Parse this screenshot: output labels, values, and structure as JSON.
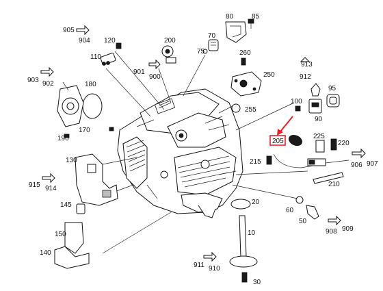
{
  "diagram": {
    "highlight": {
      "label": "205",
      "color": "#e8202a"
    },
    "labels": {
      "l80": "80",
      "l85": "85",
      "l70": "70",
      "l75": "75",
      "l905": "905",
      "l904": "904",
      "l120": "120",
      "l110": "110",
      "l200": "200",
      "l901": "901",
      "l900": "900",
      "l260": "260",
      "l250": "250",
      "l903": "903",
      "l902": "902",
      "l180": "180",
      "l170": "170",
      "l190": "190",
      "l255": "255",
      "l913": "913",
      "l912": "912",
      "l95": "95",
      "l100": "100",
      "l90": "90",
      "l225": "225",
      "l220": "220",
      "l215": "215",
      "l906": "906",
      "l907": "907",
      "l210": "210",
      "l130": "130",
      "l915": "915",
      "l914": "914",
      "l145": "145",
      "l20": "20",
      "l60": "60",
      "l50": "50",
      "l908": "908",
      "l909": "909",
      "l150": "150",
      "l140": "140",
      "l10": "10",
      "l911": "911",
      "l910": "910",
      "l30": "30"
    }
  }
}
